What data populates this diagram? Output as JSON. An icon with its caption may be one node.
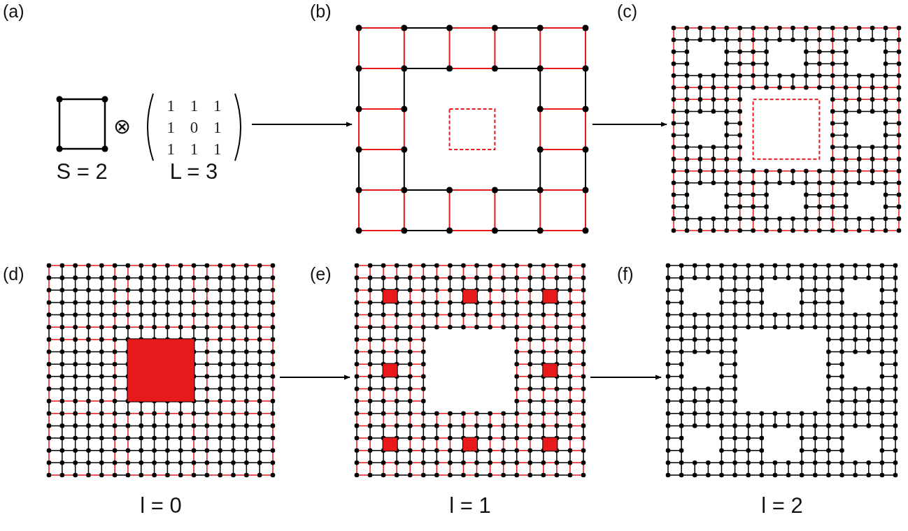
{
  "diagram": {
    "nodes": [
      {
        "text": [],
        "shape": "box",
        "beside": [
          "S = 2"
        ]
      },
      {
        "text": [
          "1 1 1",
          "1 0 1",
          "1 1 1"
        ],
        "beside": [
          "L = 3"
        ]
      },
      {
        "text": [],
        "shape": "grid"
      },
      {
        "text": [],
        "shape": "grid"
      },
      {
        "text": [],
        "shape": "grid",
        "beside": [
          "l = 0"
        ]
      },
      {
        "text": [],
        "shape": "grid",
        "beside": [
          "l = 1"
        ]
      },
      {
        "text": [],
        "shape": "grid",
        "beside": [
          "l = 2"
        ]
      }
    ],
    "edges": [
      {
        "from": 1,
        "to": 2,
        "arrow": "to"
      },
      {
        "from": 2,
        "to": 3,
        "arrow": "to"
      },
      {
        "from": 4,
        "to": 5,
        "arrow": "to"
      },
      {
        "from": 5,
        "to": 6,
        "arrow": "to"
      }
    ],
    "labels": [
      "(a)",
      "(b)",
      "(c)",
      "⊗",
      "(d)",
      "(e)",
      "(f)"
    ]
  }
}
